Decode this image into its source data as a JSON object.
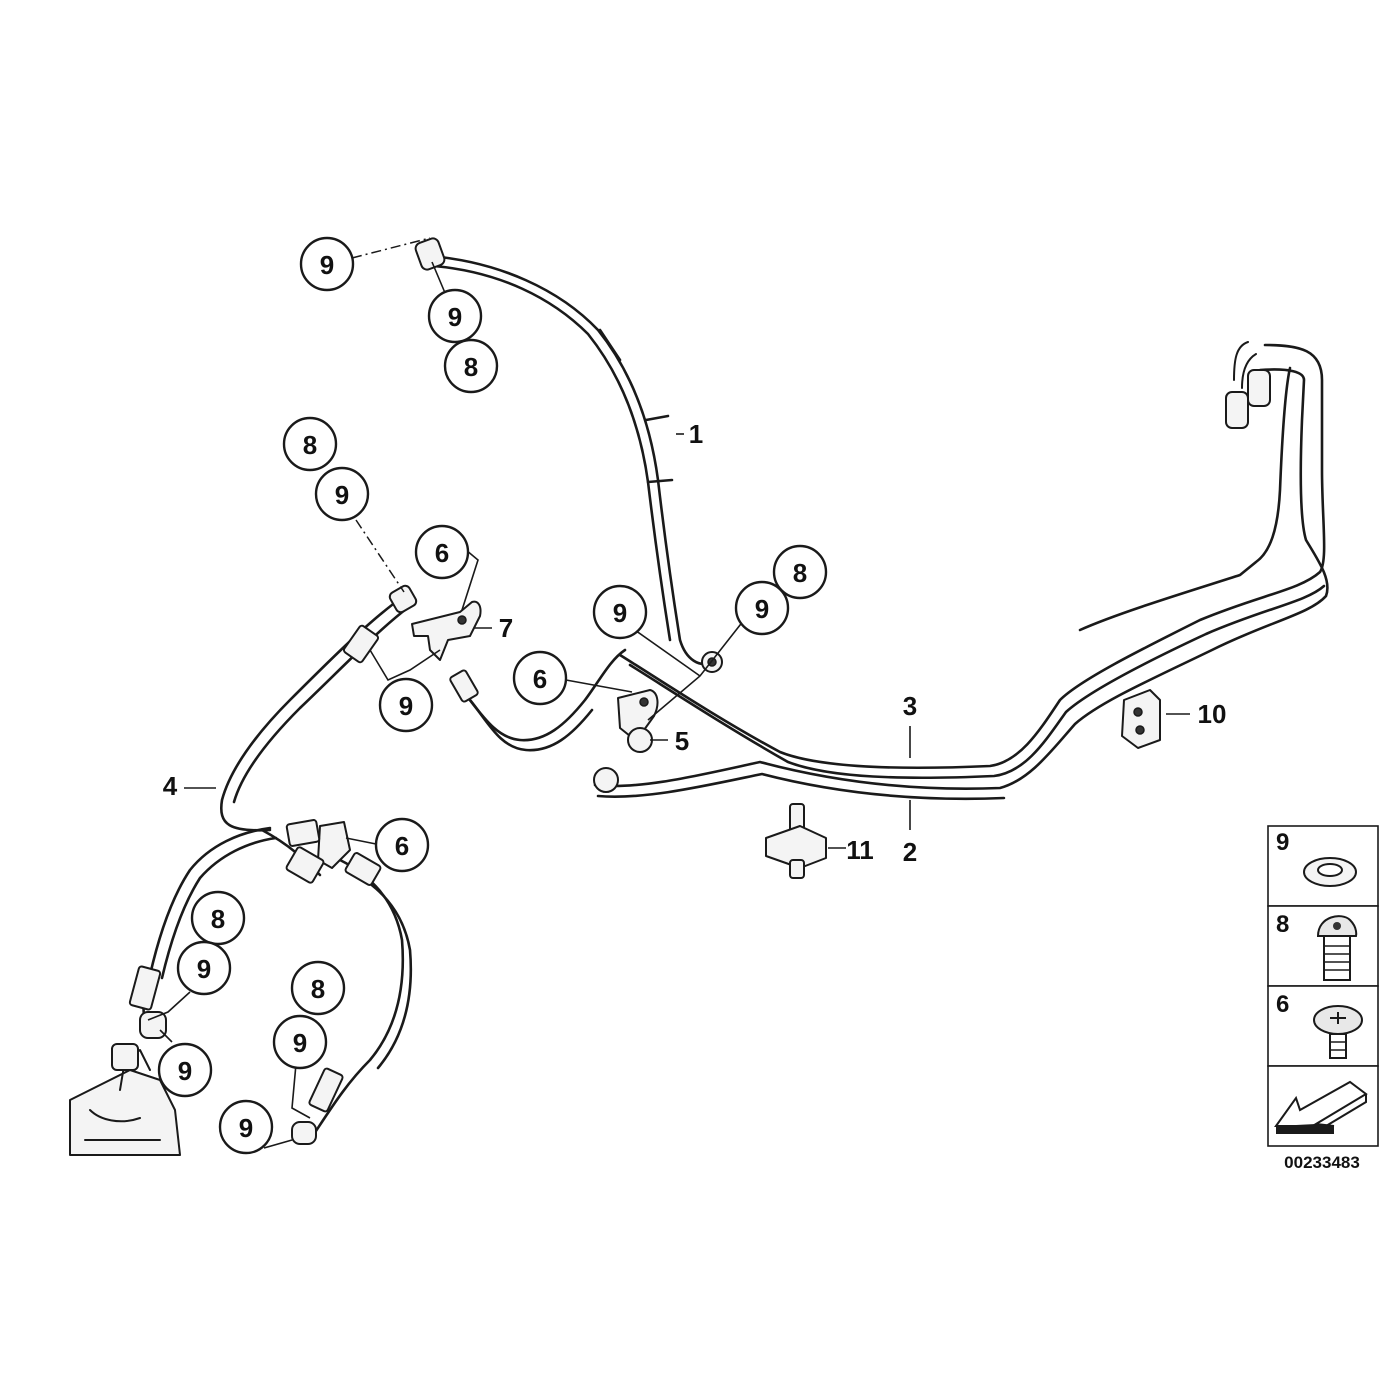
{
  "diagram": {
    "reference_number": "00233483",
    "callouts": [
      {
        "id": "c9a",
        "label": "9"
      },
      {
        "id": "c9b",
        "label": "9"
      },
      {
        "id": "c8a",
        "label": "8"
      },
      {
        "id": "c8b",
        "label": "8"
      },
      {
        "id": "c9c",
        "label": "9"
      },
      {
        "id": "c6a",
        "label": "6"
      },
      {
        "id": "c9d",
        "label": "9"
      },
      {
        "id": "c6b",
        "label": "6"
      },
      {
        "id": "c9e",
        "label": "9"
      },
      {
        "id": "c9f",
        "label": "9"
      },
      {
        "id": "c8c",
        "label": "8"
      },
      {
        "id": "c6c",
        "label": "6"
      },
      {
        "id": "c8d",
        "label": "8"
      },
      {
        "id": "c9g",
        "label": "9"
      },
      {
        "id": "c9h",
        "label": "9"
      },
      {
        "id": "c8e",
        "label": "8"
      },
      {
        "id": "c9i",
        "label": "9"
      },
      {
        "id": "c9j",
        "label": "9"
      }
    ],
    "part_labels": [
      {
        "id": "p1",
        "label": "1"
      },
      {
        "id": "p2",
        "label": "2"
      },
      {
        "id": "p3",
        "label": "3"
      },
      {
        "id": "p4",
        "label": "4"
      },
      {
        "id": "p5",
        "label": "5"
      },
      {
        "id": "p7",
        "label": "7"
      },
      {
        "id": "p10",
        "label": "10"
      },
      {
        "id": "p11",
        "label": "11"
      }
    ],
    "legend": [
      {
        "label": "9",
        "icon": "washer-icon"
      },
      {
        "label": "8",
        "icon": "banjo-bolt-icon"
      },
      {
        "label": "6",
        "icon": "screw-icon"
      },
      {
        "label": "",
        "icon": "direction-arrow-icon"
      }
    ]
  }
}
